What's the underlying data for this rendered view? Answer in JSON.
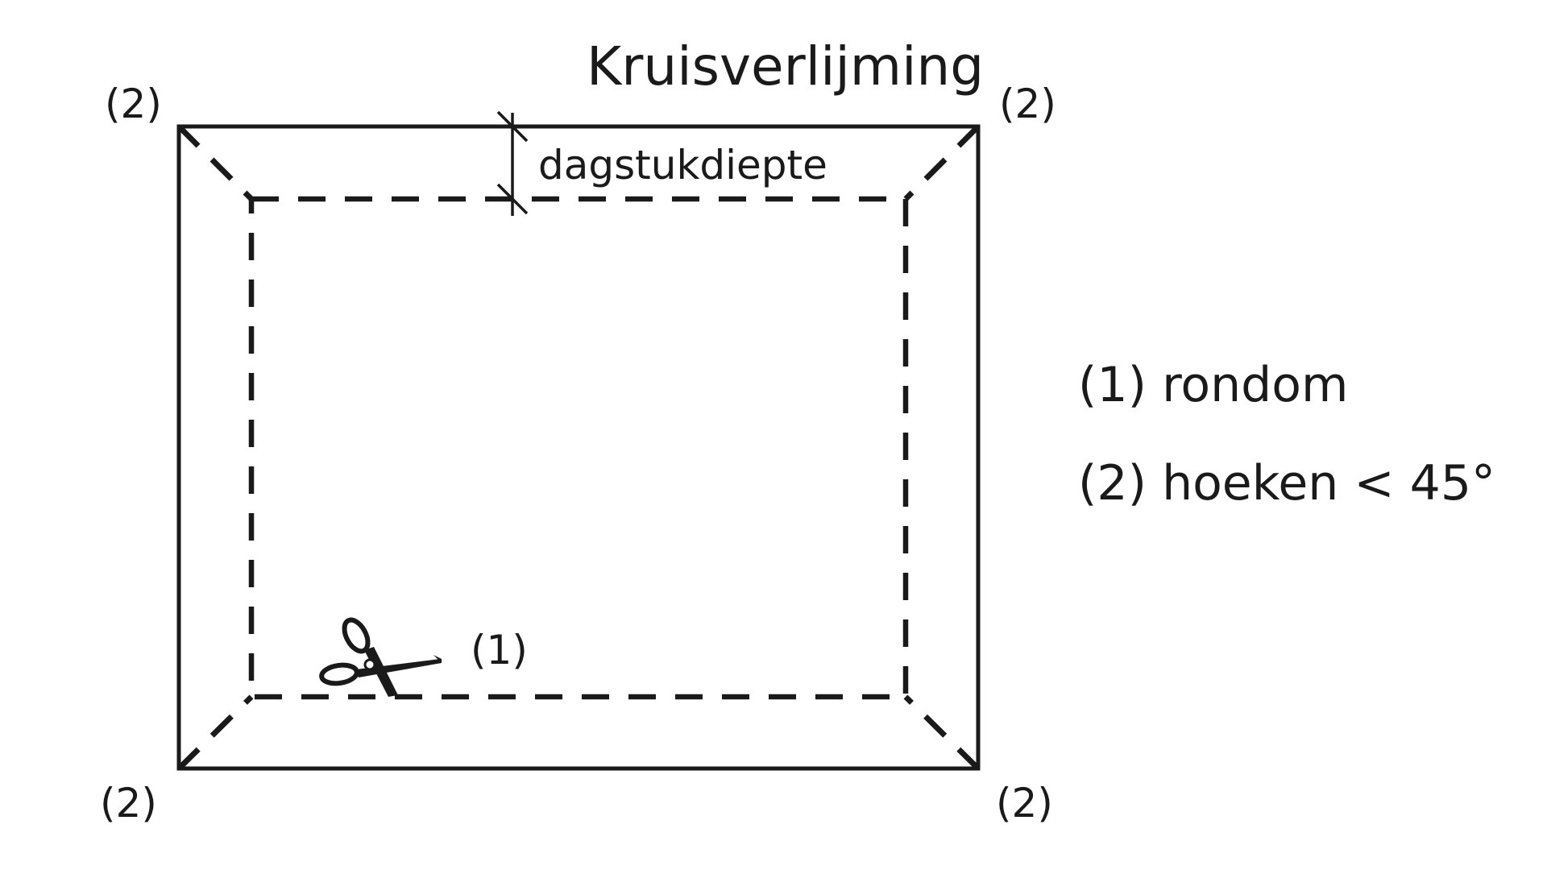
{
  "diagram": {
    "title": "Kruisverlijming",
    "dimension_label": "dagstukdiepte",
    "corner_marker": "(2)",
    "cut_marker": "(1)",
    "legend": [
      "(1) rondom",
      "(2) hoeken < 45°"
    ],
    "icons": [
      "scissors-icon"
    ],
    "colors": {
      "ink": "#1a1a1a",
      "background": "#ffffff"
    }
  }
}
